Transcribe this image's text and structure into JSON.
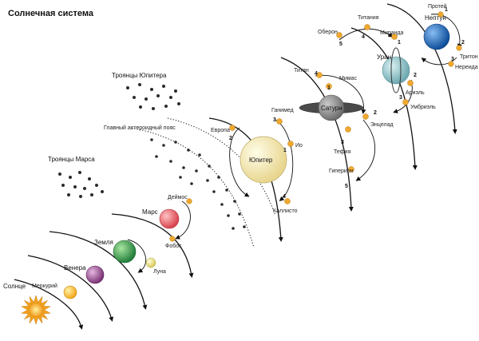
{
  "title": "Солнечная система",
  "colors": {
    "sun": "#f5a623",
    "mercury": "#f6b72a",
    "venus": "#9b4f96",
    "earth": "#3aa957",
    "moon": "#f2ea8a",
    "mars": "#e8636b",
    "jupiter": "#f3e9b5",
    "saturn": "#8a8a8a",
    "uranus": "#8fc3c9",
    "neptune": "#1e6fc4",
    "satellite": "#f0a930"
  },
  "bodies": {
    "sun": "Солнце",
    "mercury": "Меркурий",
    "venus": "Венера",
    "earth": "Земля",
    "moon": "Луна",
    "mars": "Марс",
    "deimos": "Деймос",
    "phobos": "Фобос",
    "mars_trojans": "Троянцы Марса",
    "asteroid_belt": "Главный астероидный пояс",
    "jupiter_trojans": "Троянцы Юпитера",
    "jupiter": "Юпитер",
    "europa": "Европа",
    "ganymede": "Ганимед",
    "io": "Ио",
    "callisto": "Каллисто",
    "saturn": "Сатурн",
    "titan": "Титан",
    "mimas": "Мимас",
    "enceladus": "Энцелад",
    "tethys": "Тефия",
    "hyperion": "Гиперион",
    "uranus": "Уран",
    "oberon": "Оберон",
    "titania": "Титания",
    "miranda": "Миранда",
    "ariel": "Ариэль",
    "umbriel": "Умбриэль",
    "neptune": "Нептун",
    "proteus": "Протей",
    "triton": "Тритон",
    "nereid": "Нереида"
  },
  "moon_numbers": {
    "jupiter": [
      "1",
      "2",
      "3",
      "4"
    ],
    "saturn": [
      "1",
      "2",
      "3",
      "4",
      "5"
    ],
    "uranus": [
      "1",
      "2",
      "3",
      "4",
      "5"
    ],
    "neptune": [
      "1",
      "2",
      "3"
    ]
  }
}
